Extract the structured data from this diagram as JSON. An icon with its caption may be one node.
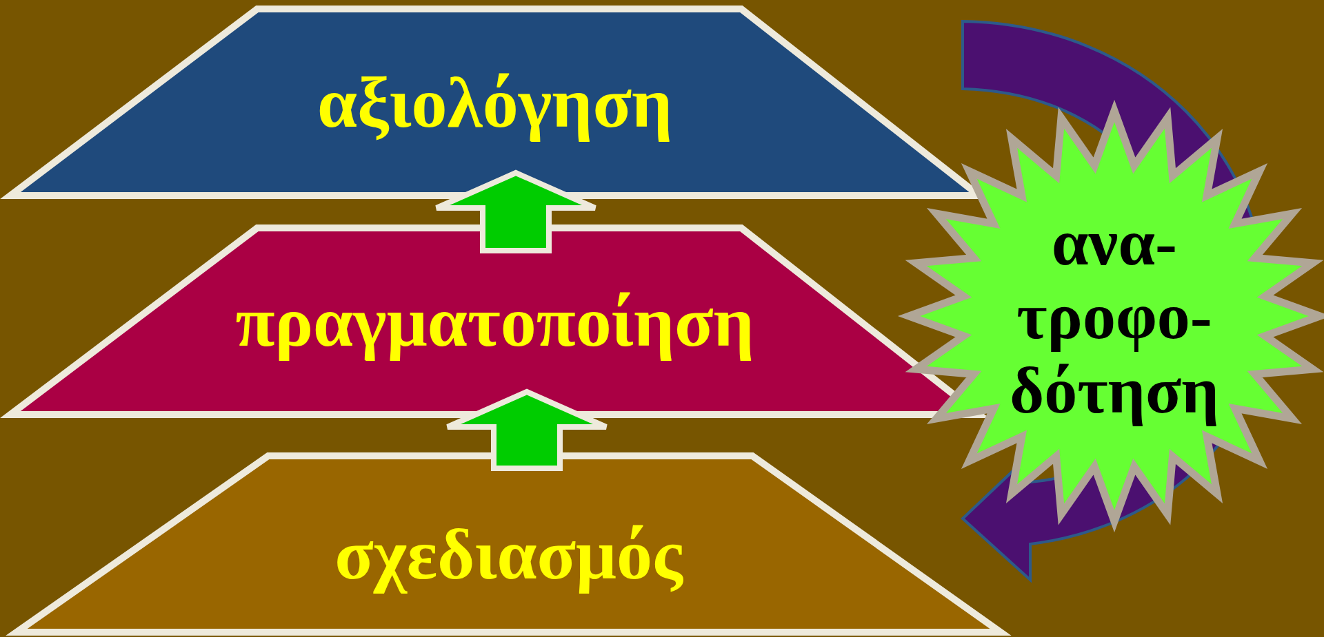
{
  "diagram": {
    "nodes": [
      {
        "text": [
          "αξιολόγηση"
        ]
      },
      {
        "text": [
          "πραγματοποίηση"
        ]
      },
      {
        "text": [
          "σχεδιασμός"
        ]
      },
      {
        "text": [
          "ανα- τροφο- δότηση"
        ]
      }
    ],
    "edges": [
      {
        "from": 1,
        "to": 0,
        "arrow": "to"
      },
      {
        "from": 2,
        "to": 1,
        "arrow": "to"
      },
      {
        "from": 0,
        "to": 2,
        "arrow": "to",
        "style": "thick",
        "color": "#4b1070"
      }
    ]
  }
}
